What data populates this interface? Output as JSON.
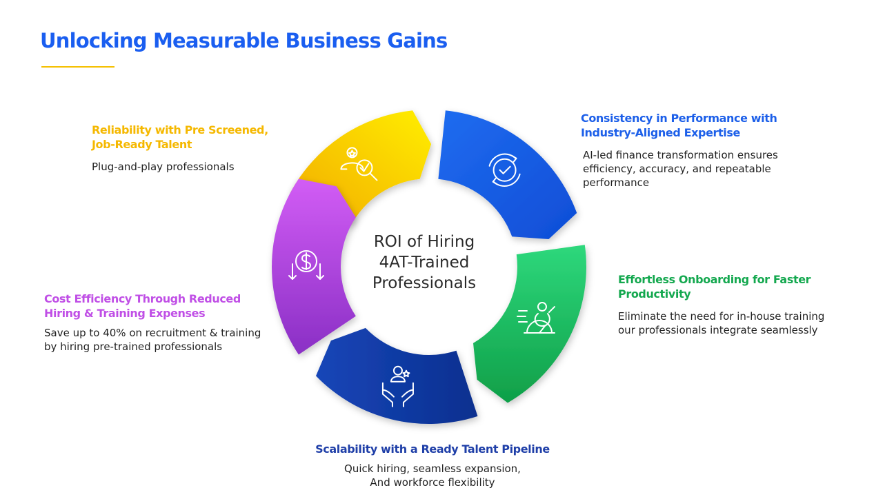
{
  "page": {
    "title": "Unlocking Measurable Business Gains"
  },
  "diagram": {
    "center": {
      "lines": [
        "ROI of Hiring",
        "4AT-Trained",
        "Professionals"
      ]
    },
    "segments": [
      {
        "id": "reliability",
        "color": "#f5b700",
        "icon": "candidate-check-icon",
        "title_lines": [
          "Reliability with Pre Screened,",
          "Job-Ready Talent"
        ],
        "desc_lines": [
          "Plug-and-play professionals"
        ]
      },
      {
        "id": "consistency",
        "color": "#1c5fe9",
        "icon": "checkmark-cycle-icon",
        "title_lines": [
          "Consistency in Performance with",
          "Industry-Aligned Expertise"
        ],
        "desc_lines": [
          "AI-led finance transformation ensures",
          "efficiency, accuracy, and repeatable",
          "performance"
        ]
      },
      {
        "id": "onboarding",
        "color": "#14a84f",
        "icon": "fast-runner-icon",
        "title_lines": [
          "Effortless Onboarding for Faster",
          "Productivity"
        ],
        "desc_lines": [
          "Eliminate the need for in-house training",
          "our professionals integrate seamlessly"
        ]
      },
      {
        "id": "scalability",
        "color": "#1f3fa8",
        "icon": "hands-talent-icon",
        "title_lines": [
          "Scalability with a Ready Talent  Pipeline"
        ],
        "desc_lines": [
          "Quick hiring, seamless expansion,",
          "And workforce flexibility"
        ]
      },
      {
        "id": "cost",
        "color": "#c04fe6",
        "icon": "dollar-down-icon",
        "title_lines": [
          "Cost Efficiency Through Reduced",
          "Hiring & Training Expenses"
        ],
        "desc_lines": [
          "Save up to 40% on recruitment & training",
          "by hiring pre-trained professionals"
        ]
      }
    ]
  }
}
